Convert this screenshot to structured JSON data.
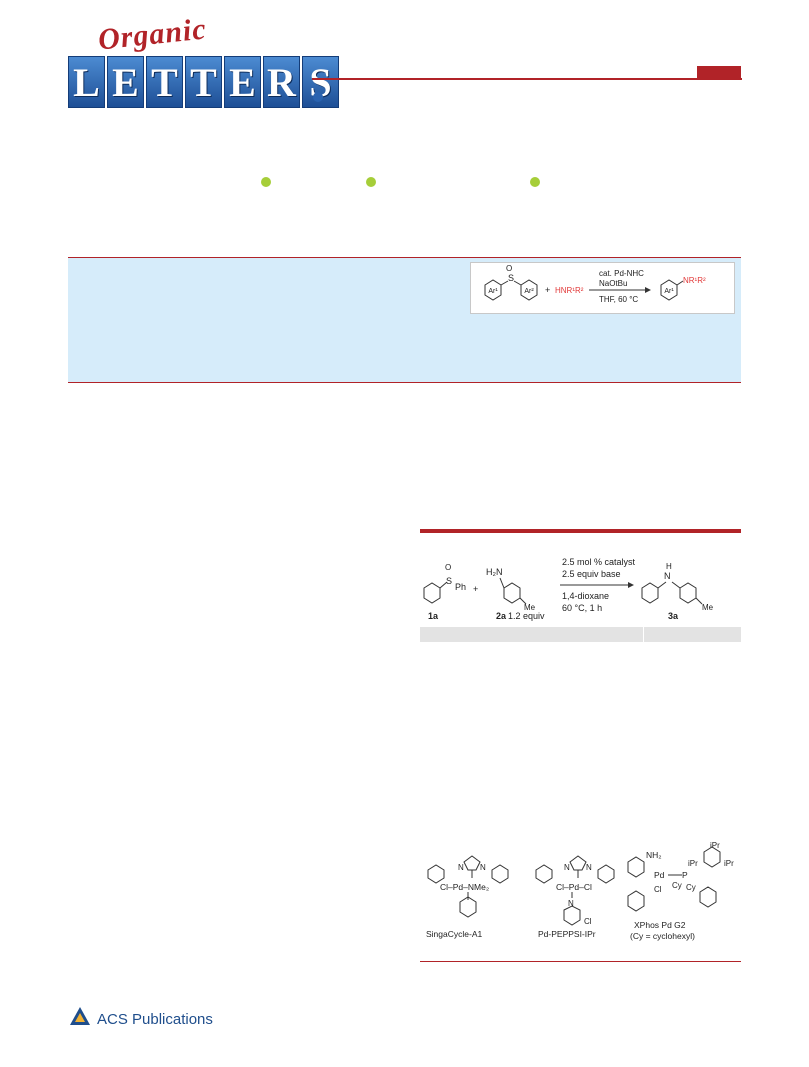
{
  "header": {
    "journal_script": "Organic",
    "journal_letters": [
      "L",
      "E",
      "T",
      "T",
      "E",
      "R",
      "S"
    ],
    "brand_color": "#b12328",
    "logo_blue": "#2a63b0"
  },
  "abstract_graphic": {
    "ar1": "Ar¹",
    "ar2": "Ar²",
    "s": "S",
    "o": "O",
    "plus": "+",
    "amine": "HNR¹R²",
    "cond1": "cat. Pd-NHC",
    "cond2": "NaOtBu",
    "cond3": "THF, 60 °C",
    "product_ar": "Ar¹",
    "product_n": "NR¹R²"
  },
  "table_scheme": {
    "s_label": "S",
    "o_label": "O",
    "ph": "Ph",
    "plus": "+",
    "h2n": "H₂N",
    "me": "Me",
    "cond1": "2.5 mol % catalyst",
    "cond2": "2.5 equiv base",
    "cond3": "1,4-dioxane",
    "cond4": "60 °C, 1 h",
    "h": "H",
    "n": "N",
    "me2": "Me",
    "label_1a": "1a",
    "label_2a": "2a",
    "equiv_2a": "1.2 equiv",
    "label_3a": "3a"
  },
  "catalysts": [
    {
      "name": "SingaCycle-A1",
      "pd_line": "Cl–Pd–NMe₂"
    },
    {
      "name": "Pd-PEPPSI-IPr",
      "pd_line": "Cl–Pd–Cl",
      "sub": "Cl"
    },
    {
      "name": "XPhos Pd G2",
      "note": "(Cy = cyclohexyl)",
      "nh2": "NH₂",
      "pd": "Pd",
      "p": "P",
      "cl": "Cl",
      "cy1": "Cy",
      "cy2": "Cy",
      "ipr1": "iPr",
      "ipr2": "iPr",
      "ipr3": "iPr"
    }
  ],
  "catalyst_n": "N",
  "footer": {
    "publisher": "ACS Publications"
  }
}
